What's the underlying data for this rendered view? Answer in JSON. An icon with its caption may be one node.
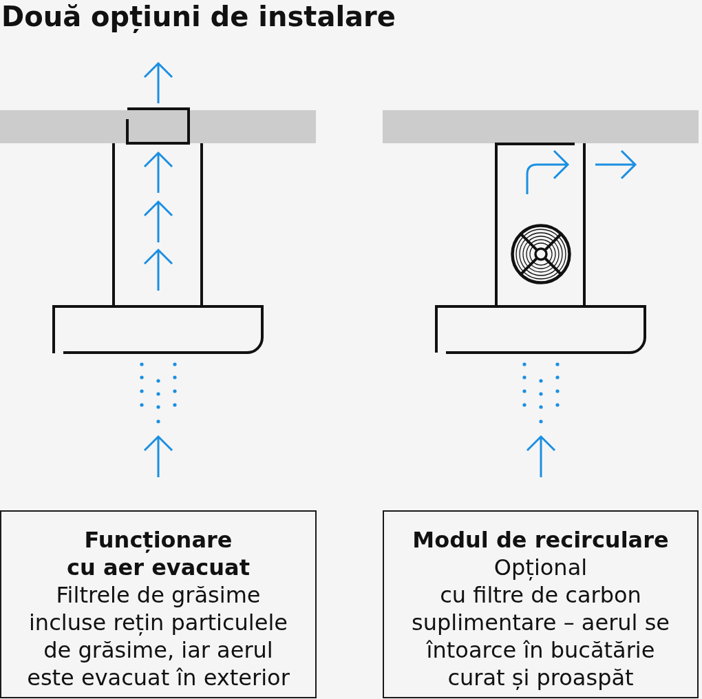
{
  "diagram": {
    "title": "Două opțiuni de instalare",
    "nodes": [
      {
        "text": [
          "Funcționare cu aer evacuat",
          "Filtrele de grăsime incluse rețin particulele de grăsime, iar aerul este evacuat în exterior"
        ]
      },
      {
        "text": [
          "Modul de recirculare",
          "Opțional",
          "cu filtre de carbon suplimentare – aerul se întoarce în bucătărie curat și proaspăt"
        ]
      }
    ]
  }
}
